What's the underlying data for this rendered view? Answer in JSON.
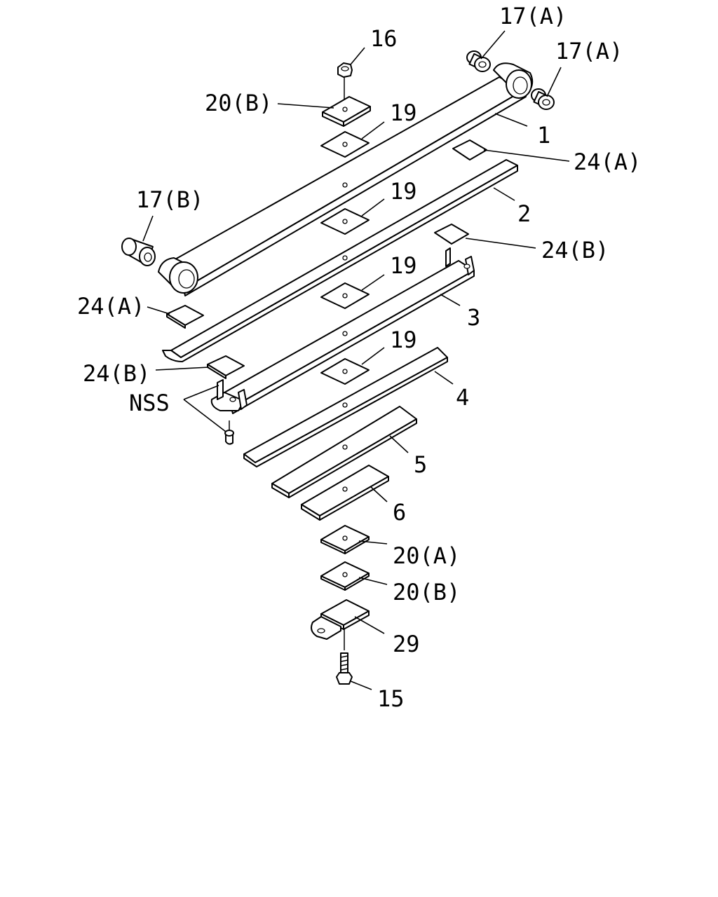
{
  "labels": {
    "p16": "16",
    "p17a_1": "17(A)",
    "p17a_2": "17(A)",
    "p20b_top": "20(B)",
    "p19_1": "19",
    "p1": "1",
    "p24a_right": "24(A)",
    "p17b": "17(B)",
    "p19_2": "19",
    "p2": "2",
    "p24b_right": "24(B)",
    "p19_3": "19",
    "p24a_left": "24(A)",
    "p3": "3",
    "p24b_left": "24(B)",
    "p19_4": "19",
    "nss": "NSS",
    "p4": "4",
    "p5": "5",
    "p6": "6",
    "p20a": "20(A)",
    "p20b_bottom": "20(B)",
    "p29": "29",
    "p15": "15"
  }
}
